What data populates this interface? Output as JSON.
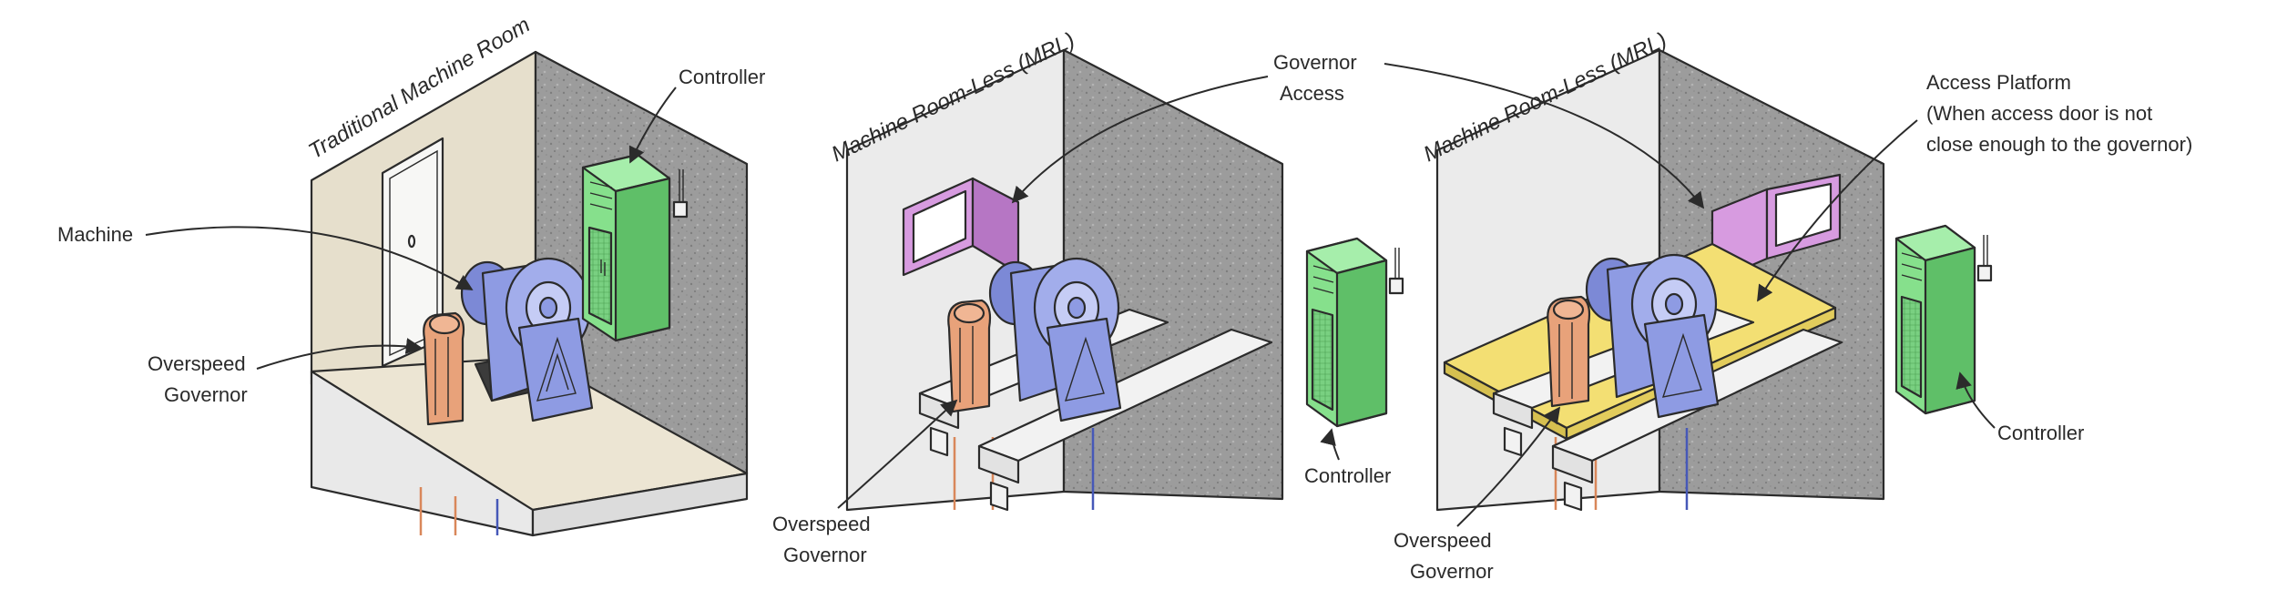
{
  "colors": {
    "wall_left": "#ebebeb",
    "wall_beige": "#e6dfcc",
    "wall_right": "#9a9a9a",
    "floor_beige": "#ece5d3",
    "machine": "#8e9be3",
    "machine_dark": "#6f7ccc",
    "governor": "#e8a27a",
    "controller": "#86e08c",
    "controller_dark": "#5fbf68",
    "access_door": "#d79be0",
    "platform": "#f3df73",
    "beam": "#f2f2f2",
    "rope_orange": "#d9875a",
    "rope_blue": "#4658b8"
  },
  "panels": [
    {
      "title": "Traditional Machine Room",
      "labels": {
        "controller": "Controller",
        "machine": "Machine",
        "governor_line1": "Overspeed",
        "governor_line2": "Governor"
      }
    },
    {
      "title": "Machine Room-Less (MRL)",
      "labels": {
        "governor_access_line1": "Governor",
        "governor_access_line2": "Access",
        "controller": "Controller",
        "governor_line1": "Overspeed",
        "governor_line2": "Governor"
      }
    },
    {
      "title": "Machine Room-Less (MRL)",
      "labels": {
        "platform_line1": "Access Platform",
        "platform_line2": "(When access door is not",
        "platform_line3": "close enough to the governor)",
        "controller": "Controller",
        "governor_line1": "Overspeed",
        "governor_line2": "Governor"
      }
    }
  ]
}
